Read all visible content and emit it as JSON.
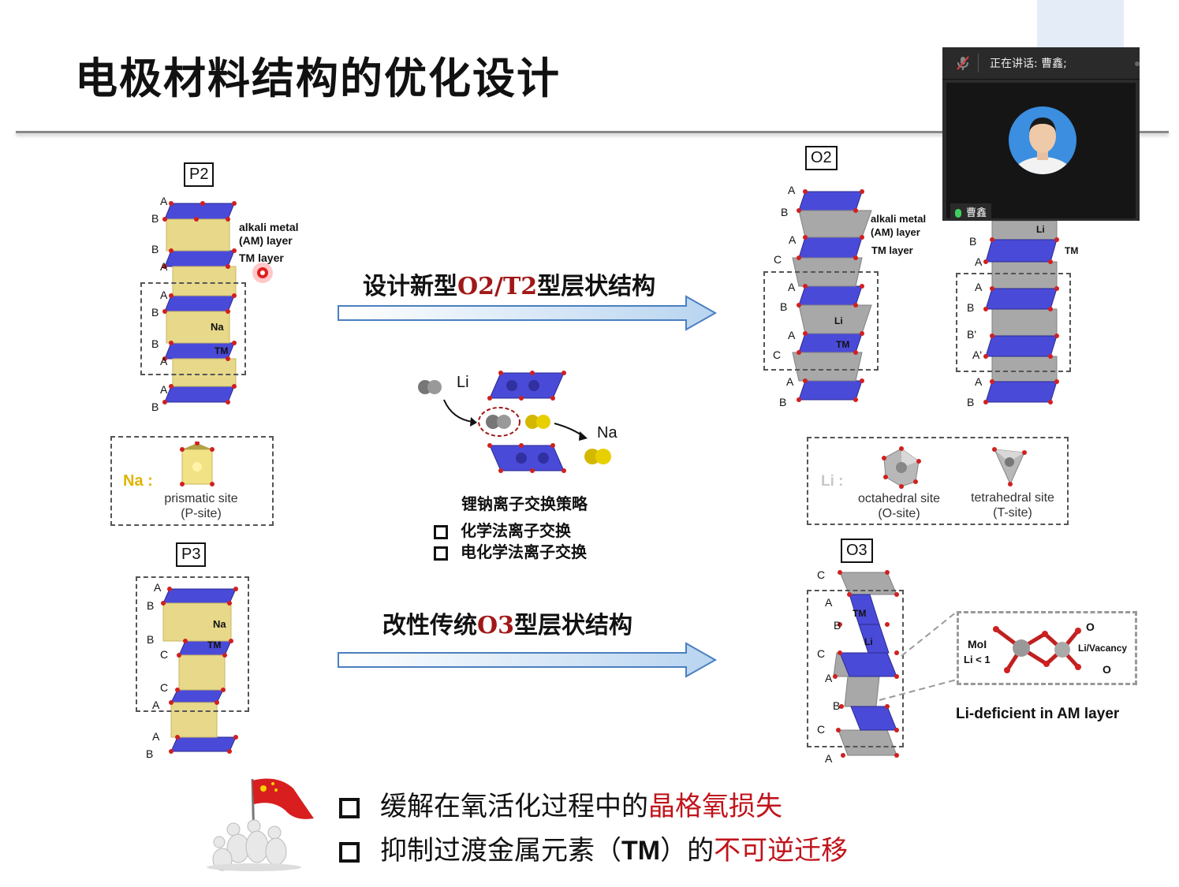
{
  "slide": {
    "title": "电极材料结构的优化设计"
  },
  "p2": {
    "label": "P2",
    "layers": [
      "A",
      "B",
      "B",
      "A",
      "A",
      "B",
      "B",
      "A",
      "A",
      "B"
    ],
    "am_layer_1": "alkali metal",
    "am_layer_2": "(AM) layer",
    "tm_layer": "TM layer",
    "na": "Na",
    "tm": "TM"
  },
  "na_site": {
    "prefix": "Na :",
    "name": "prismatic site",
    "abbr": "(P-site)"
  },
  "p3": {
    "label": "P3",
    "layers": [
      "A",
      "B",
      "B",
      "C",
      "C",
      "A",
      "A",
      "B"
    ],
    "na": "Na",
    "tm": "TM"
  },
  "center": {
    "heading_o2_pre": "设计新型",
    "heading_o2_red": "O2/T2",
    "heading_o2_post": "型层状结构",
    "li": "Li",
    "na": "Na",
    "strategy": "锂钠离子交换策略",
    "method_1": "化学法离子交换",
    "method_2": "电化学法离子交换",
    "heading_o3_pre": "改性传统",
    "heading_o3_red": "O3",
    "heading_o3_post": "型层状结构"
  },
  "o2": {
    "label": "O2",
    "layers": [
      "A",
      "B",
      "A",
      "C",
      "A",
      "B",
      "A",
      "C",
      "A",
      "B"
    ],
    "am_layer_1": "alkali metal",
    "am_layer_2": "(AM) layer",
    "tm_layer": "TM layer",
    "li": "Li",
    "tm": "TM"
  },
  "t2": {
    "layers": [
      "B",
      "A",
      "A",
      "B",
      "B'",
      "A'",
      "A",
      "B"
    ],
    "li": "Li",
    "tm": "TM"
  },
  "li_site": {
    "prefix": "Li :",
    "octa_name": "octahedral site",
    "octa_abbr": "(O-site)",
    "tetra_name": "tetrahedral site",
    "tetra_abbr": "(T-site)"
  },
  "o3": {
    "label": "O3",
    "layers": [
      "C",
      "A",
      "B",
      "C",
      "A",
      "B",
      "C",
      "A"
    ],
    "tm": "TM",
    "li": "Li",
    "inset_mo": "MoI",
    "inset_li": "Li < 1",
    "inset_vac": "Li/Vacancy",
    "inset_o1": "O",
    "inset_o2": "O",
    "caption": "Li-deficient in AM layer"
  },
  "bottom": {
    "item1_pre": "缓解在氧活化过程中的",
    "item1_red": "晶格氧损失",
    "item2_pre": "抑制过渡金属元素（",
    "item2_bold": "TM",
    "item2_mid": "）的",
    "item2_red": "不可逆迁移"
  },
  "video": {
    "speaking": "正在讲话: 曹鑫;",
    "name": "曹鑫"
  },
  "colors": {
    "accent_red": "#a01818",
    "octa_blue": "#4a4ad8",
    "prism_yellow": "#e8d98a",
    "li_gray": "#9a9a9a",
    "arrow_blue": "#cfe2f6"
  }
}
